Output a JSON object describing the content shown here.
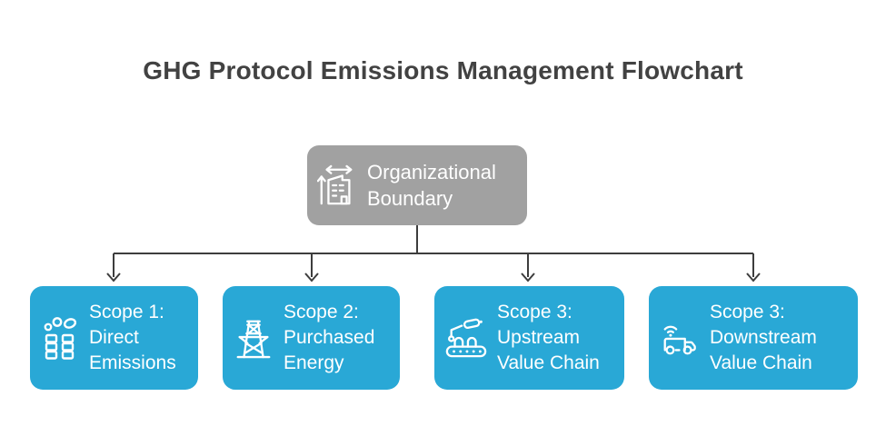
{
  "title": "GHG Protocol Emissions Management Flowchart",
  "colors": {
    "node_blue": "#29a8d6",
    "node_gray": "#a1a1a1",
    "connector_line": "#3d3d3d",
    "title_text": "#424242",
    "node_text": "#ffffff"
  },
  "root_node": {
    "label": "Organizational\nBoundary",
    "icon": "building-measure-icon"
  },
  "nodes": [
    {
      "label": "Scope 1:\nDirect\nEmissions",
      "icon": "factory-emissions-icon"
    },
    {
      "label": "Scope 2:\nPurchased\nEnergy",
      "icon": "transmission-tower-icon"
    },
    {
      "label": "Scope 3:\nUpstream\nValue Chain",
      "icon": "conveyor-belt-icon"
    },
    {
      "label": "Scope 3:\nDownstream\nValue Chain",
      "icon": "delivery-truck-icon"
    }
  ]
}
